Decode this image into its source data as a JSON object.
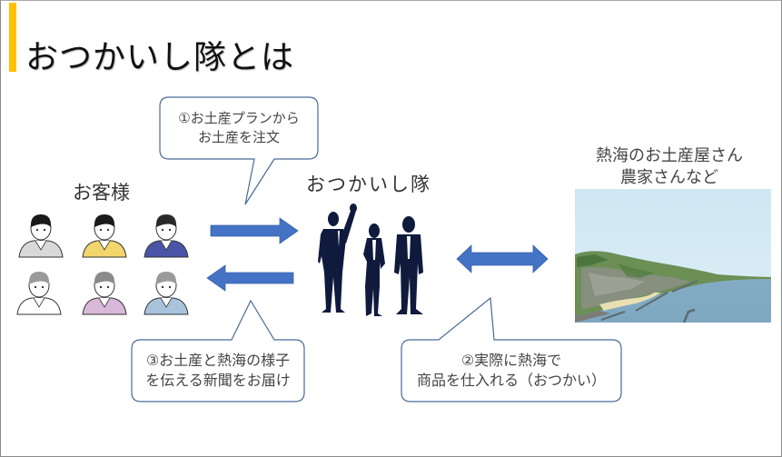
{
  "slide": {
    "title": "おつかいし隊とは",
    "accent_color": "#ffc000",
    "arrow_color": "#4472c4"
  },
  "customers": {
    "label": "お客様",
    "people": [
      {
        "name": "man-glasses-gray-sweater",
        "shirt": "#d9d9d9"
      },
      {
        "name": "man-yellow-cardigan",
        "shirt": "#f2d56b"
      },
      {
        "name": "man-blue-suit",
        "shirt": "#4a55a8"
      },
      {
        "name": "older-man-white-shirt",
        "shirt": "#ffffff"
      },
      {
        "name": "woman-pink-sweater",
        "shirt": "#d9b8d9"
      },
      {
        "name": "older-man-glasses-blue-cardigan",
        "shirt": "#a9c3dd"
      }
    ]
  },
  "team": {
    "label": "おつかいし隊",
    "silhouette_color": "#0f1a3c"
  },
  "partners": {
    "label_line1": "熱海のお土産屋さん",
    "label_line2": "農家さんなど",
    "image": "atami-coastline-illustration"
  },
  "callouts": [
    {
      "line1": "①お土産プランから",
      "line2": "お土産を注文"
    },
    {
      "line1": "②実際に熱海で",
      "line2": "商品を仕入れる（おつかい）"
    },
    {
      "line1": "③お土産と熱海の様子",
      "line2": "を伝える新聞をお届け"
    }
  ]
}
